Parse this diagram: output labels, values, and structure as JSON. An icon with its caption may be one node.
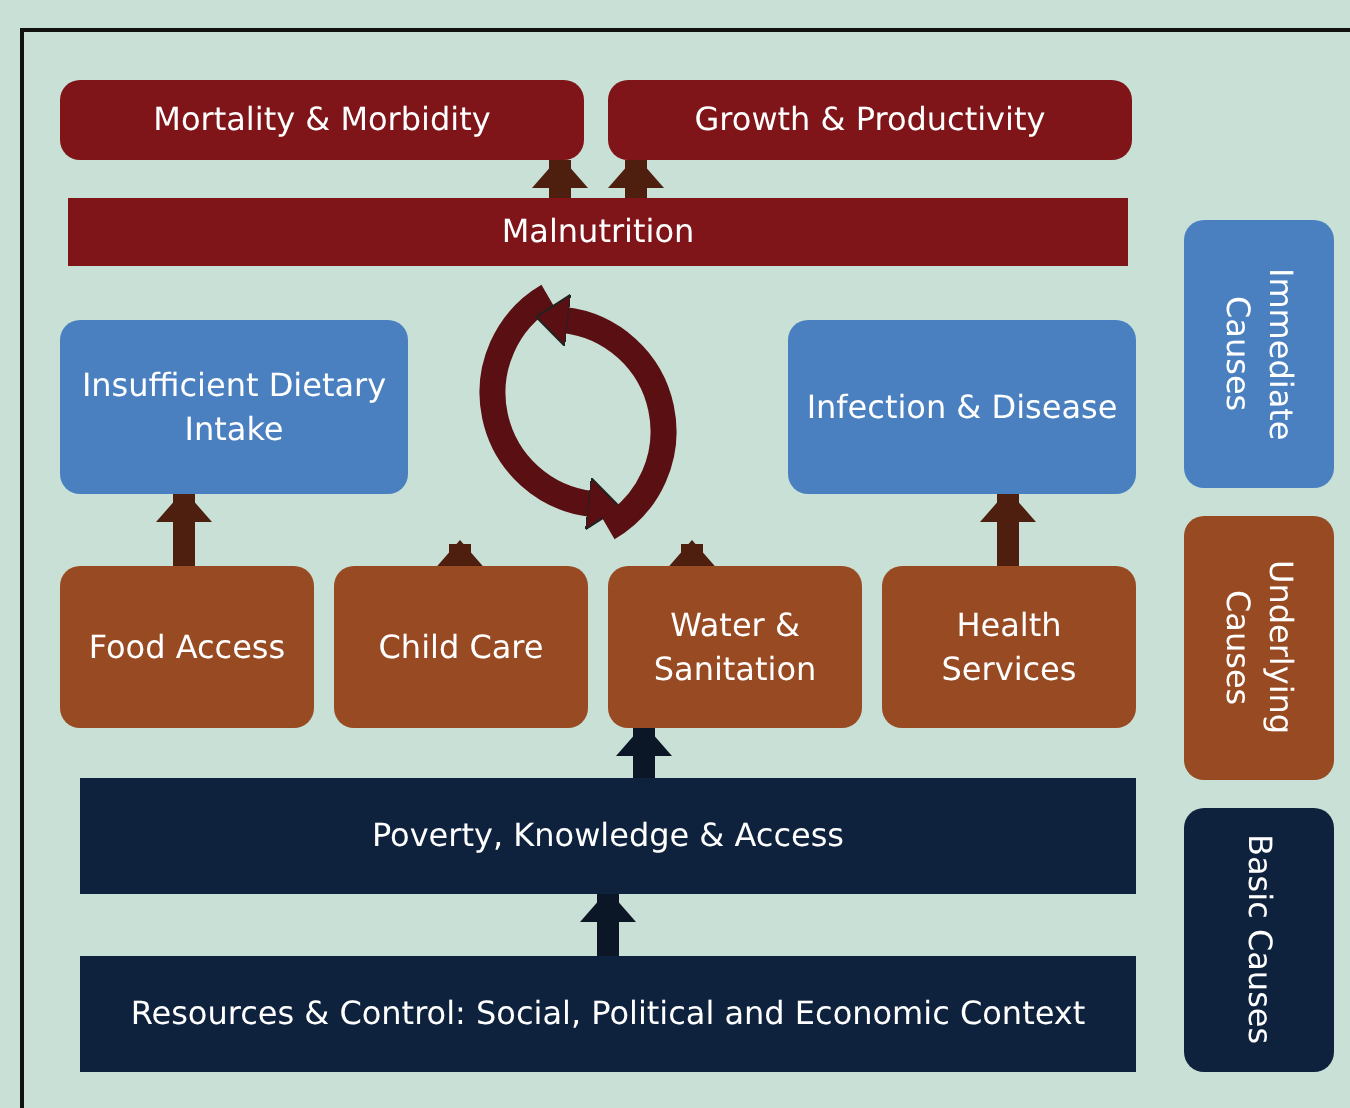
{
  "diagram": {
    "nodes": [
      {
        "text": [
          "Mortality & Morbidity"
        ]
      },
      {
        "text": [
          "Growth & Productivity"
        ]
      },
      {
        "text": [
          "Malnutrition"
        ]
      },
      {
        "text": [],
        "shape": "circle"
      },
      {
        "text": [
          "Insufficient Dietary Intake"
        ]
      },
      {
        "text": [
          "Infection & Disease"
        ]
      },
      {
        "text": [
          "Food Access"
        ]
      },
      {
        "text": [
          "Child Care"
        ]
      },
      {
        "text": [
          "Water & Sanitation"
        ]
      },
      {
        "text": [
          "Health Services"
        ]
      },
      {
        "text": [
          "Poverty, Knowledge & Access"
        ]
      },
      {
        "text": [
          "Resources & Control: Social, Political and Economic Context"
        ]
      },
      {
        "text": [
          "Immediate Causes"
        ]
      },
      {
        "text": [
          "Underlying Causes"
        ]
      },
      {
        "text": [
          "Basic Causes"
        ]
      }
    ],
    "edges": [
      {
        "from": 2,
        "to": 0,
        "arrow": "to"
      },
      {
        "from": 2,
        "to": 1,
        "arrow": "to"
      },
      {
        "from": 6,
        "to": 4,
        "arrow": "to"
      },
      {
        "from": 7,
        "to": 3,
        "arrow": "to"
      },
      {
        "from": 8,
        "to": 3,
        "arrow": "to"
      },
      {
        "from": 9,
        "to": 5,
        "arrow": "to"
      },
      {
        "from": 10,
        "to": 8,
        "arrow": "to"
      },
      {
        "from": 11,
        "to": 10,
        "arrow": "to"
      }
    ]
  }
}
